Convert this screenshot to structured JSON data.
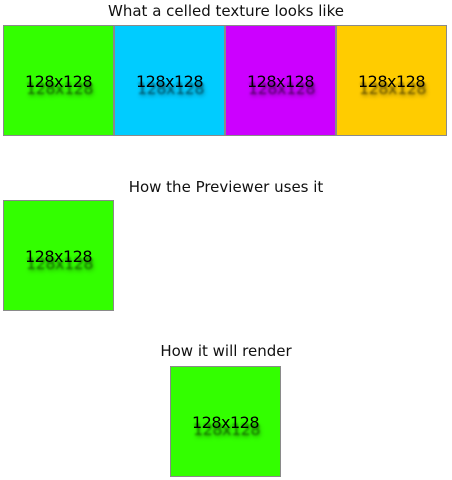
{
  "sections": [
    {
      "title": "What a celled texture looks like",
      "tiles": [
        {
          "label": "128x128",
          "color": "#33ff00"
        },
        {
          "label": "128x128",
          "color": "#00ccff"
        },
        {
          "label": "128x128",
          "color": "#cc00ff"
        },
        {
          "label": "128x128",
          "color": "#ffcc00"
        }
      ]
    },
    {
      "title": "How the Previewer uses it",
      "tiles": [
        {
          "label": "128x128",
          "color": "#33ff00"
        }
      ]
    },
    {
      "title": "How it will render",
      "tiles": [
        {
          "label": "128x128",
          "color": "#33ff00"
        }
      ]
    }
  ]
}
